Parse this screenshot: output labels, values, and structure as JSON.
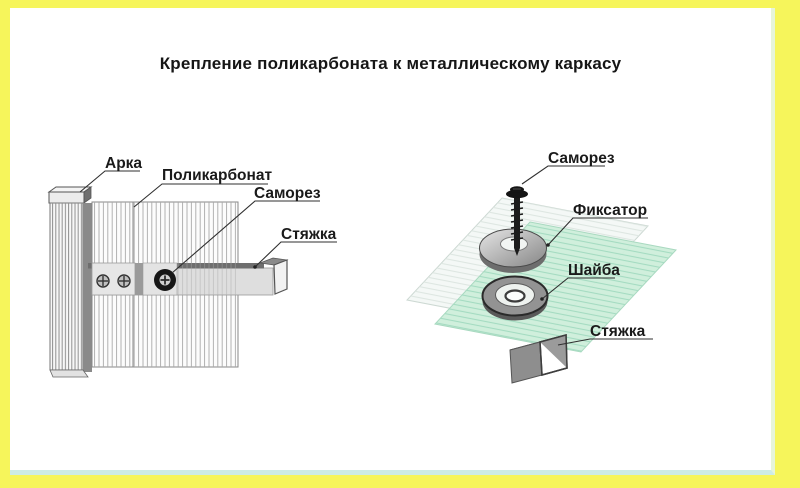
{
  "title": "Крепление поликарбоната к металлическому каркасу",
  "left_diagram": {
    "labels": {
      "arch": "Арка",
      "polycarbonate": "Поликарбонат",
      "screw": "Саморез",
      "tie": "Стяжка"
    }
  },
  "right_diagram": {
    "labels": {
      "screw": "Саморез",
      "fixator": "Фиксатор",
      "washer": "Шайба",
      "tie": "Стяжка"
    }
  },
  "colors": {
    "frame_yellow": "#f6f55b",
    "bottom_strip": "#cdece6",
    "right_strip": "#e7f5da",
    "sheet_green": "#cdeeda",
    "metal_gray": "#8e8e8e",
    "screw_black": "#1c1c1c"
  }
}
